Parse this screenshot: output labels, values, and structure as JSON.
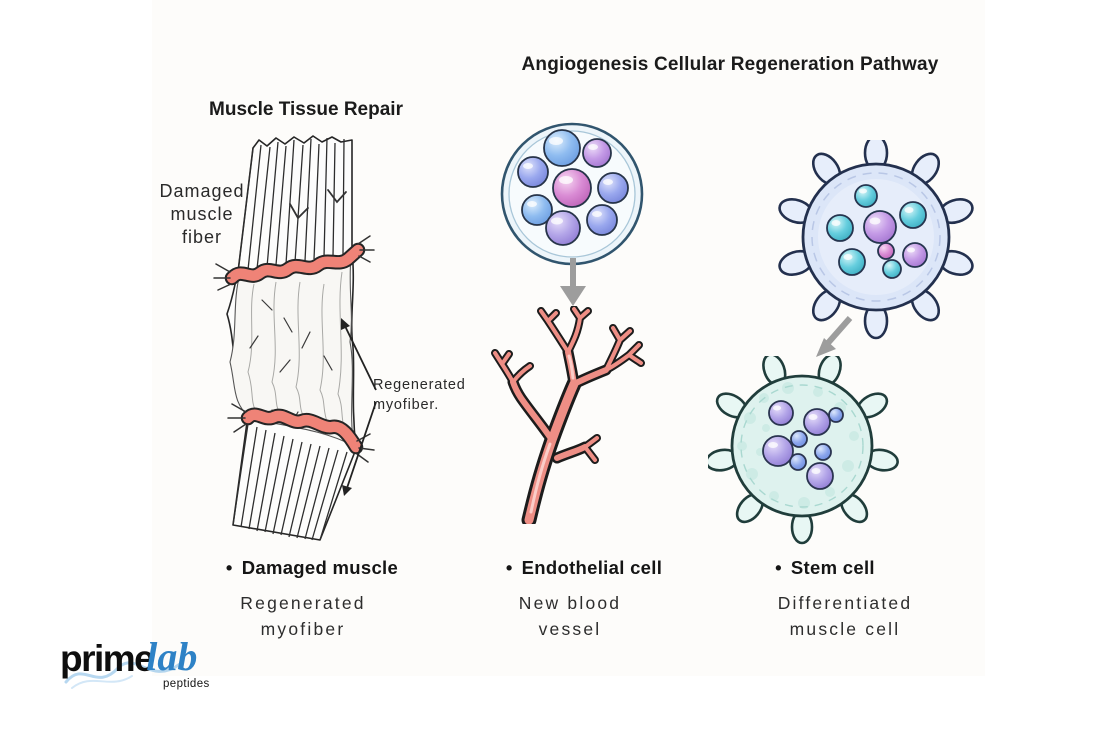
{
  "title": "Angiogenesis Cellular Regeneration Pathway",
  "muscle_section": {
    "heading": "Muscle Tissue Repair",
    "damaged_label": {
      "line1": "Damaged",
      "line2": "muscle",
      "line3": "fiber"
    },
    "regenerated_label": {
      "line1": "Regenerated",
      "line2": "myofiber."
    }
  },
  "legend": {
    "items": [
      {
        "bullet": "•",
        "title": "Damaged muscle",
        "subtitle_line1": "Regenerated",
        "subtitle_line2": "myofiber"
      },
      {
        "bullet": "•",
        "title": "Endothelial cell",
        "subtitle_line1": "New blood",
        "subtitle_line2": "vessel"
      },
      {
        "bullet": "•",
        "title": "Stem cell",
        "subtitle_line1": "Differentiated",
        "subtitle_line2": "muscle cell"
      }
    ]
  },
  "logo": {
    "prime": "prime",
    "lab": "lab",
    "tagline": "peptides"
  },
  "icons": {
    "down_arrow": "down-arrow",
    "diagonal_arrow": "diagonal-down-left-arrow",
    "label_arrow": "pointer-arrow"
  },
  "colors": {
    "text_dark": "#1c1c1c",
    "panel_background": "#fdfcfa",
    "vessel_pink": "#ee8e85",
    "vessel_pink_light": "#fbcdc8",
    "band_salmon": "#ef8377",
    "cell_membrane_blue": "#31556e",
    "cell_fill_light_blue": "#edf5fa",
    "stem_cell_body": "#dce6f8",
    "stem_cell_outline": "#23304e",
    "differentiated_cell_body": "#def2ee",
    "differentiated_cell_outline": "#203d3b",
    "sphere_blue": "#8fbcf0",
    "sphere_periwinkle": "#9aa8ee",
    "sphere_lavender": "#b3a5e8",
    "sphere_purple": "#c49ae6",
    "sphere_pink": "#d98bd4",
    "sphere_teal": "#66cede",
    "arrow_gray": "#9d9d9d",
    "logo_blue": "#2e82c6",
    "logo_black": "#0e0e0e"
  }
}
